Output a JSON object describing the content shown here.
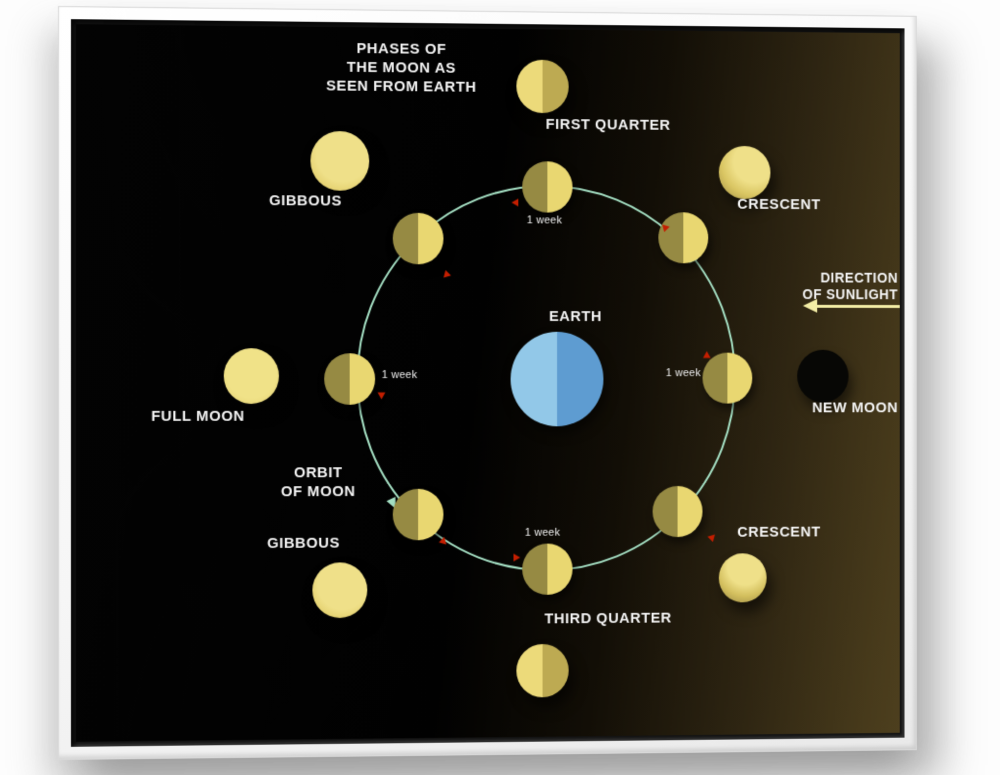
{
  "artwork": {
    "title": {
      "line1": "PHASES OF",
      "line2": "THE MOON AS",
      "line3": "SEEN FROM EARTH"
    },
    "center_label": "EARTH",
    "orbit_label": {
      "line1": "ORBIT",
      "line2": "OF MOON"
    },
    "sunlight_label": {
      "line1": "DIRECTION",
      "line2": "OF SUNLIGHT"
    },
    "week_label": "1 week",
    "phase_labels": {
      "first_quarter": "FIRST QUARTER",
      "gibbous_upper_left": "GIBBOUS",
      "crescent_upper_right": "CRESCENT",
      "full_moon": "FULL MOON",
      "new_moon": "NEW MOON",
      "gibbous_lower_left": "GIBBOUS",
      "crescent_lower_right": "CRESCENT",
      "third_quarter": "THIRD QUARTER"
    },
    "colors": {
      "moon_lit": "#e9d771",
      "moon_shaded": "#968a43",
      "earth_light": "#92c8e8",
      "earth_dark": "#5e9cd1",
      "orbit_stroke": "#a5e0c4",
      "direction_marker_red": "#c41e00",
      "sunlight_arrow": "#f4eea6",
      "background_left": "#000000",
      "background_right": "#4d3f1e",
      "frame": "#f6f6f6",
      "text": "#f4f4f4"
    }
  }
}
